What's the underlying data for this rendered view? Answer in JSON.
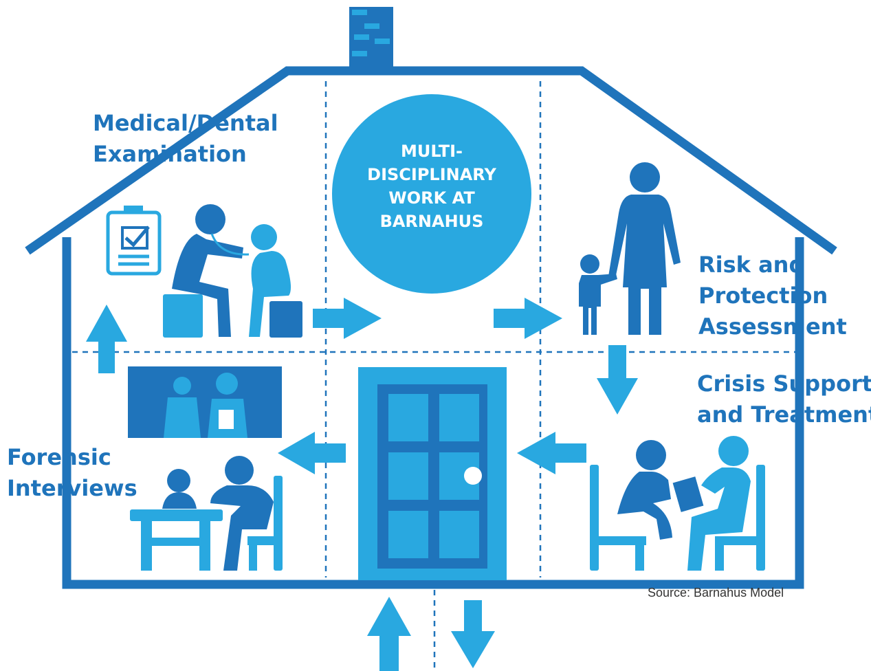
{
  "labels": {
    "medical": [
      "Medical/Dental",
      "Examination"
    ],
    "center": [
      "MULTI-",
      "DISCIPLINARY",
      "WORK AT",
      "BARNAHUS"
    ],
    "risk": [
      "Risk and",
      "Protection",
      "Assessment"
    ],
    "crisis": [
      "Crisis Support",
      "and Treatment"
    ],
    "forensic": [
      "Forensic",
      "Interviews"
    ]
  },
  "source": "Source: Barnahus Model",
  "colors": {
    "dark": "#1f74bb",
    "light": "#29a8e0",
    "white": "#ffffff"
  },
  "icons": [
    "house-icon",
    "chimney-icon",
    "clipboard-check-icon",
    "doctor-patient-icon",
    "door-icon",
    "mother-child-icon",
    "forensic-screen-icon",
    "interview-table-icon",
    "counseling-chairs-icon",
    "arrow-icon"
  ]
}
